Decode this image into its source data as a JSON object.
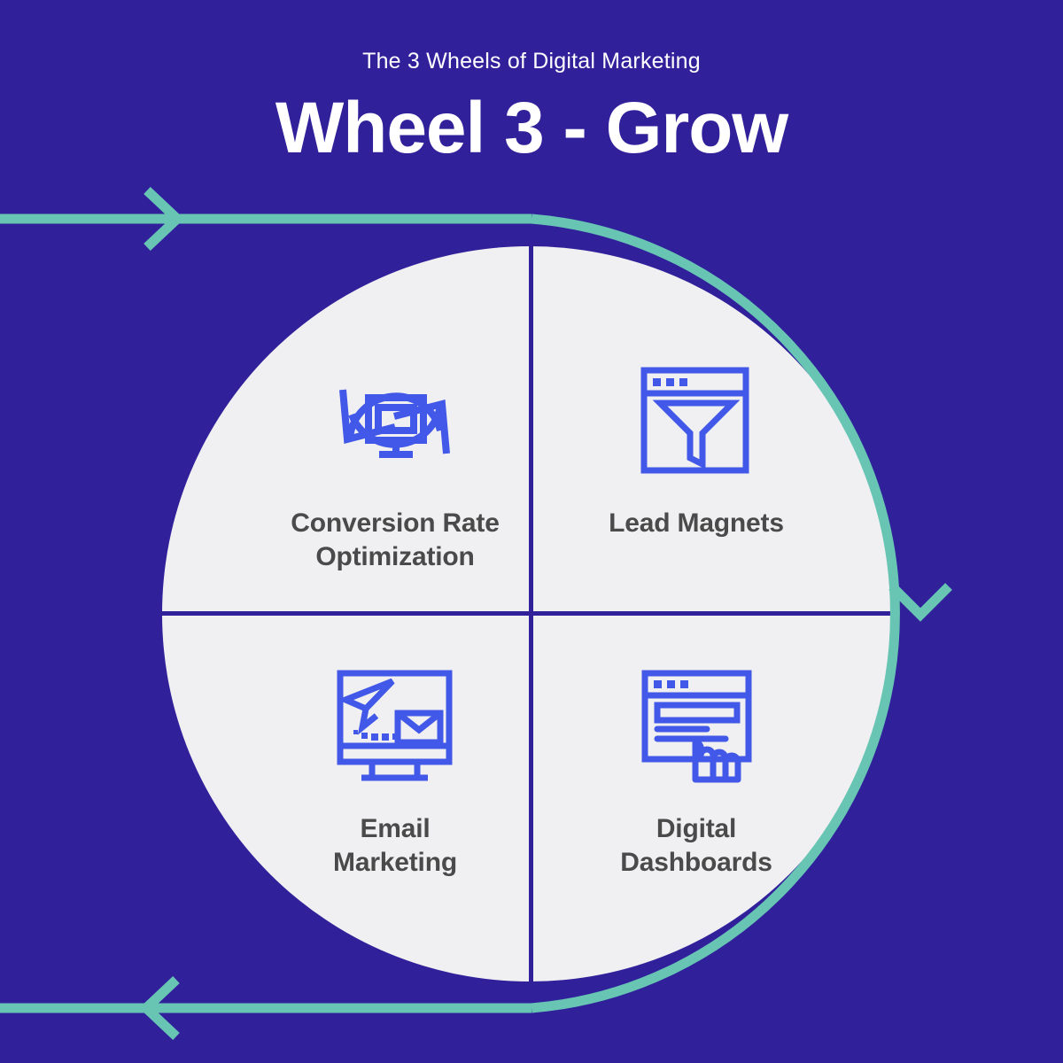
{
  "header": {
    "eyebrow": "The 3 Wheels of Digital Marketing",
    "headline": "Wheel 3 - Grow"
  },
  "colors": {
    "background": "#30219B",
    "wheel_face": "#F0F0F2",
    "divider": "#30219B",
    "flow_accent": "#68C5B4",
    "icon": "#4258E8",
    "label_text": "#4A4A4A",
    "header_text": "#FFFFFF"
  },
  "wheel": {
    "quadrants": [
      {
        "position": "top-left",
        "label": "Conversion Rate\nOptimization",
        "icon": "conversion-rate-optimization-icon"
      },
      {
        "position": "top-right",
        "label": "Lead Magnets",
        "icon": "lead-magnets-funnel-icon"
      },
      {
        "position": "bottom-left",
        "label": "Email\nMarketing",
        "icon": "email-marketing-icon"
      },
      {
        "position": "bottom-right",
        "label": "Digital\nDashboards",
        "icon": "digital-dashboards-icon"
      }
    ]
  },
  "flow": {
    "arrows": [
      {
        "name": "flow-arrow-top",
        "direction": "right"
      },
      {
        "name": "flow-arrow-right",
        "direction": "down"
      },
      {
        "name": "flow-arrow-bottom",
        "direction": "left"
      }
    ]
  }
}
